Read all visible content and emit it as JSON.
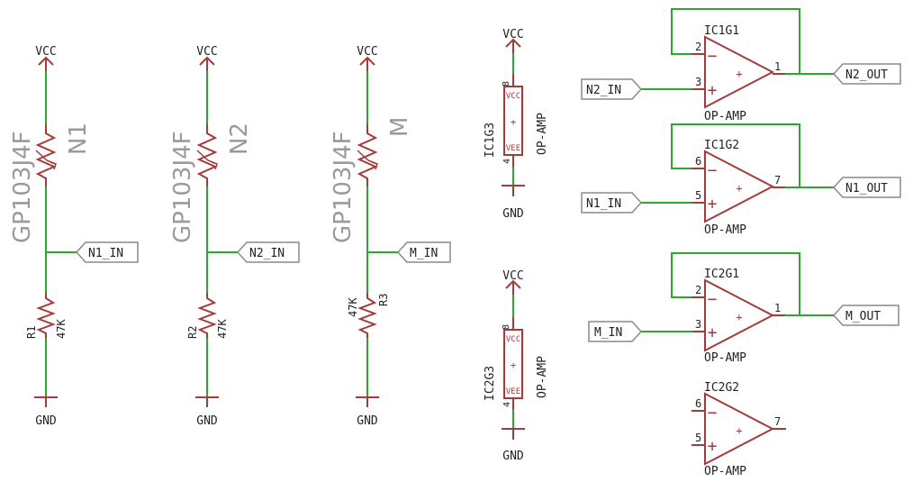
{
  "supplies": {
    "vcc": "VCC",
    "gnd": "GND",
    "vee": "VEE"
  },
  "sensors": [
    {
      "part": "GP103J4F",
      "name": "N1",
      "net": "N1_IN"
    },
    {
      "part": "GP103J4F",
      "name": "N2",
      "net": "N2_IN"
    },
    {
      "part": "GP103J4F",
      "name": "M",
      "net": "M_IN"
    }
  ],
  "resistors": [
    {
      "name": "R1",
      "value": "47K"
    },
    {
      "name": "R2",
      "value": "47K"
    },
    {
      "name": "R3",
      "value": "47K"
    }
  ],
  "power_units": [
    {
      "name": "IC1G3",
      "value": "OP-AMP",
      "pin_top": "8",
      "pin_bottom": "4",
      "plus": "+"
    },
    {
      "name": "IC2G3",
      "value": "OP-AMP",
      "pin_top": "8",
      "pin_bottom": "4",
      "plus": "+"
    }
  ],
  "opamps": [
    {
      "name": "IC1G1",
      "value": "OP-AMP",
      "pin_inv": "2",
      "pin_noninv": "3",
      "pin_out": "1",
      "in_net": "N2_IN",
      "out_net": "N2_OUT",
      "minus": "−",
      "plus": "+"
    },
    {
      "name": "IC1G2",
      "value": "OP-AMP",
      "pin_inv": "6",
      "pin_noninv": "5",
      "pin_out": "7",
      "in_net": "N1_IN",
      "out_net": "N1_OUT",
      "minus": "−",
      "plus": "+"
    },
    {
      "name": "IC2G1",
      "value": "OP-AMP",
      "pin_inv": "2",
      "pin_noninv": "3",
      "pin_out": "1",
      "in_net": "M_IN",
      "out_net": "M_OUT",
      "minus": "−",
      "plus": "+"
    },
    {
      "name": "IC2G2",
      "value": "OP-AMP",
      "pin_inv": "6",
      "pin_noninv": "5",
      "pin_out": "7",
      "minus": "−",
      "plus": "+"
    }
  ]
}
